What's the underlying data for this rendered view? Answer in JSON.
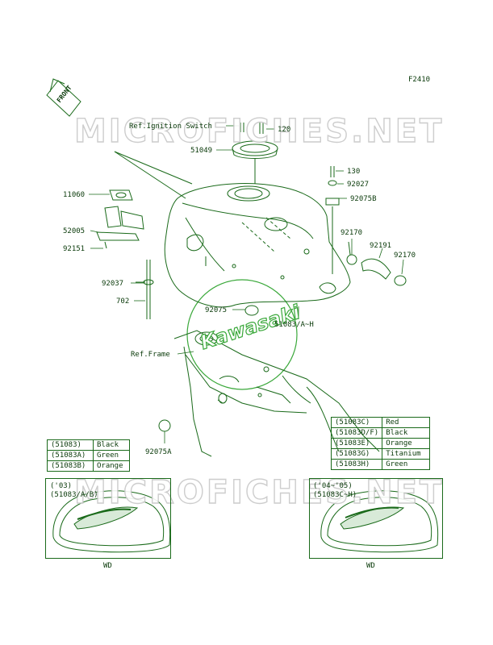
{
  "figure_code": "F2410",
  "front_label": "FRONT",
  "watermark": "MICROFICHES.NET",
  "logo_text": "Kawasaki",
  "callouts": {
    "ref_ignition": "Ref.Ignition Switch",
    "p120": "120",
    "p51049": "51049",
    "p130": "130",
    "p92027": "92027",
    "p92075b": "92075B",
    "p11060": "11060",
    "p52005": "52005",
    "p92151": "92151",
    "p92170a": "92170",
    "p92191": "92191",
    "p92170b": "92170",
    "p92037": "92037",
    "p702": "702",
    "p92075": "92075",
    "p51083": "51083/A~H",
    "ref_frame": "Ref.Frame",
    "p92075a": "92075A"
  },
  "color_table_left": [
    {
      "code": "(51083)",
      "color": "Black"
    },
    {
      "code": "(51083A)",
      "color": "Green"
    },
    {
      "code": "(51083B)",
      "color": "Orange"
    }
  ],
  "color_table_right": [
    {
      "code": "(51083C)",
      "color": "Red"
    },
    {
      "code": "(51083D/F)",
      "color": "Black"
    },
    {
      "code": "(51083E)",
      "color": "Orange"
    },
    {
      "code": "(51083G)",
      "color": "Titanium"
    },
    {
      "code": "(51083H)",
      "color": "Green"
    }
  ],
  "variant_left": {
    "year": "('03)",
    "parts": "(51083/A/B)",
    "caption": "WD"
  },
  "variant_right": {
    "year": "('04~'05)",
    "parts": "(51083C~H)",
    "caption": "WD"
  },
  "colors": {
    "line": "#1a6a1a",
    "logo": "#3aa83a",
    "watermark": "#c8c8c8"
  }
}
